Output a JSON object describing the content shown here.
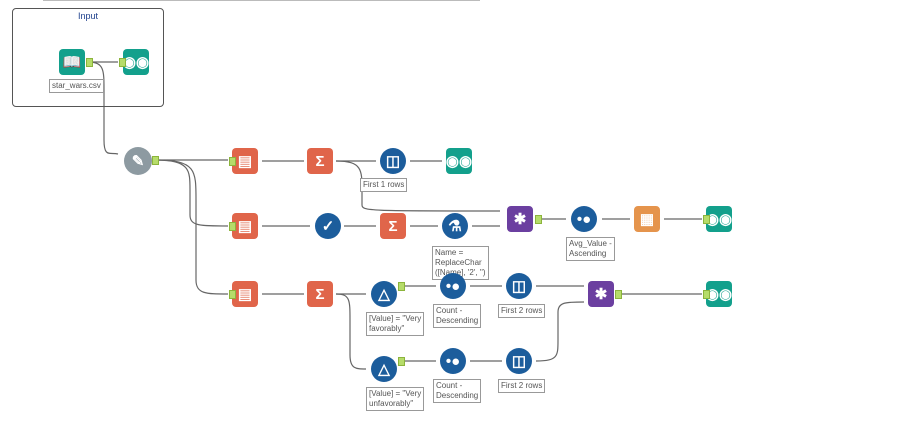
{
  "container": {
    "title": "Input"
  },
  "labels": {
    "input_file": "star_wars.csv",
    "sample_row1": "First 1 rows",
    "formula_row2": "Name =\nReplaceChar\n([Name], '2', '')",
    "sort_row2": "Avg_Value -\nAscending",
    "filter_row3": "[Value] = \"Very\nfavorably\"",
    "sort_row3": "Count -\nDescending",
    "sample_row3": "First 2 rows",
    "filter_row4": "[Value] = \"Very\nunfavorably\"",
    "sort_row4": "Count -\nDescending",
    "sample_row4": "First 2 rows"
  },
  "colors": {
    "in_out": "#13a08c",
    "transform": "#e0654a",
    "prep": "#1c5d9c",
    "join": "#6b3fa0",
    "report": "#e5944c",
    "anchor": "#b6dc6a"
  }
}
